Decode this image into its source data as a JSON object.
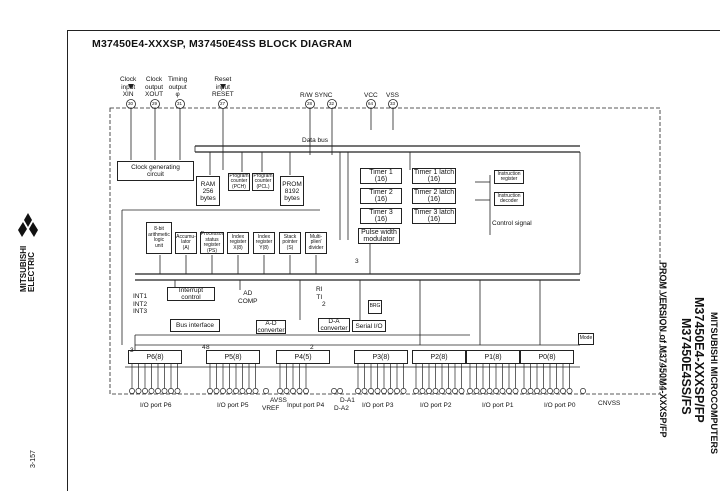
{
  "title": "M37450E4-XXXSP, M37450E4SS  BLOCK DIAGRAM",
  "page_number": "3-157",
  "brand": "MITSUBISHI ELECTRIC",
  "side_header": {
    "category": "MITSUBISHI MICROCOMPUTERS",
    "part1": "M37450E4-XXXSP/FP",
    "part2": "M37450E4SS/FS",
    "subtitle": "PROM VERSION of M37450M4-XXXSP/FP"
  },
  "top_signals": {
    "clock_input": "Clock\ninput\nXIN",
    "clock_output": "Clock\noutput\nXOUT",
    "timing_output": "Timing\noutput\nφ",
    "reset_input": "Reset\ninput\nRESET",
    "rw_sync": "R/W  SYNC",
    "vcc": "VCC",
    "vss": "VSS",
    "pin_numbers": [
      "30",
      "29",
      "31",
      "27",
      "28",
      "32",
      "64",
      "33"
    ]
  },
  "data_bus_label": "Data bus",
  "blocks": {
    "clock_gen": "Clock generating\ncircuit",
    "ram": "RAM\n256\nbytes",
    "prog_counter_h": "Program\ncounter\n(PCH)",
    "prog_counter_l": "Program\ncounter\n(PCL)",
    "prom": "PROM\n8192\nbytes",
    "timer1": "Timer 1\n(16)",
    "timer2": "Timer 2\n(16)",
    "timer3": "Timer 3\n(16)",
    "timer1_latch": "Timer 1 latch\n(16)",
    "timer2_latch": "Timer 2 latch\n(16)",
    "timer3_latch": "Timer 3 latch\n(16)",
    "pwm": "Pulse width\nmodulator",
    "instr_register": "Instruction\nregister",
    "instr_decoder": "Instruction\ndecoder",
    "control_signal": "Control signal",
    "alu": "8-bit\narithmetic\nlogic\nunit",
    "accumulator": "Accumu-\nlator\n(A)",
    "processor_status": "Processor\nstatus\nregister\n(PS)",
    "index_x": "Index\nregister\nX(8)",
    "index_y": "Index\nregister\nY(8)",
    "stack_pointer": "Stack\npointer\n(S)",
    "multi_divider": "Multi-\nplier/\ndivider",
    "interrupt_control": "Interrupt\ncontrol",
    "ad_comp": "AD\nCOMP",
    "bus_interface": "Bus interface",
    "ad_converter": "A-D\nconverter",
    "da_converter": "D-A\nconverter",
    "serial_io": "Serial I/O",
    "brg": "BRG",
    "mode": "Mode",
    "ports": [
      "P6(8)",
      "P5(8)",
      "P4(5)",
      "P3(8)",
      "P2(8)",
      "P1(8)",
      "P0(8)"
    ]
  },
  "side_labels": {
    "int": "INT1\nINT2\nINT3",
    "rt": "RI\nTI",
    "two": "2",
    "three": "3",
    "three_b": "3",
    "four": "4",
    "two_b": "2",
    "eight": "8"
  },
  "bottom_labels": {
    "p6": "I/O port P6",
    "p5": "I/O port P5",
    "avss": "AVSS",
    "vref": "VREF",
    "p4": "Input port P4",
    "da1": "D-A1",
    "da2": "D-A2",
    "p3": "I/O port P3",
    "p2": "I/O port P2",
    "p1": "I/O port P1",
    "p0": "I/O port P0",
    "cnvss": "CNVSS"
  }
}
